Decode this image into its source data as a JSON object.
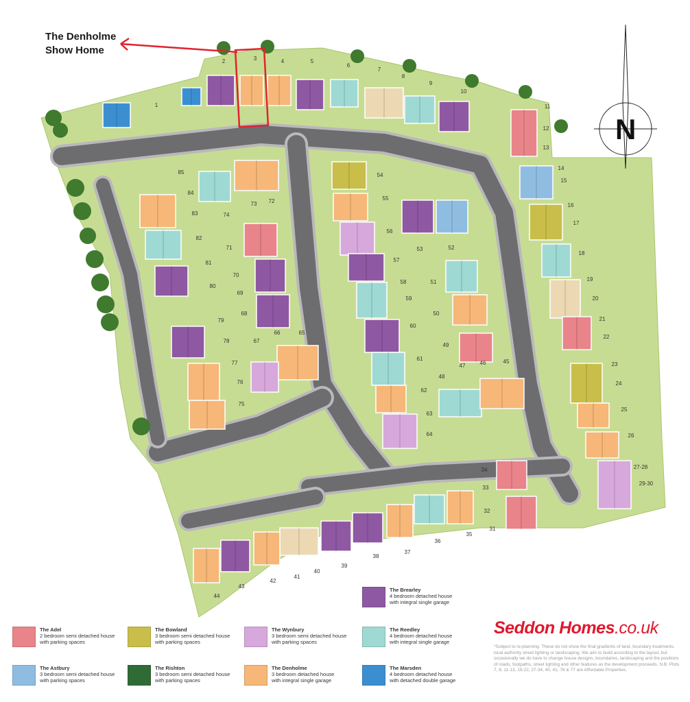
{
  "show_home": {
    "line1": "The Denholme",
    "line2": "Show Home"
  },
  "compass": {
    "label": "N"
  },
  "brand": {
    "name": "Seddon Homes",
    "domain": ".co.uk"
  },
  "disclaimer": "*Subject to re-planning. These do not show the final gradients of land, boundary treatments, local authority street lighting or landscaping. We aim to build according to the layout, but occasionally we do have to change house designs, boundaries, landscaping and the positions of roads, footpaths, street lighting and other features as the development proceeds. N.B. Plots 7, 8, 11-13, 19-22, 27-34, 40, 41, 76 & 77 are Affordable Properties.",
  "colors": {
    "grass": "#c7dc93",
    "grass_edge": "#a9c46d",
    "road": "#6d6c6e",
    "pavement": "#b9b8ba",
    "tree": "#3f7a2e",
    "highlight": "#e2222d",
    "adel": "#e8848a",
    "bowland": "#c9be49",
    "wynbury": "#d7a8dc",
    "reedley": "#9fd9d4",
    "astbury": "#8fbde2",
    "rishton": "#2f6b35",
    "denholme": "#f6b778",
    "marsden": "#3b8fd1",
    "brearley": "#8f58a2",
    "cream": "#ecd9b4"
  },
  "legend": [
    {
      "key": "brearley",
      "name": "The Brearley",
      "desc1": "4 bedroom detached house",
      "desc2": "with integral single garage"
    },
    {
      "key": "adel",
      "name": "The Adel",
      "desc1": "2 bedroom semi detached house",
      "desc2": "with parking spaces"
    },
    {
      "key": "bowland",
      "name": "The Bowland",
      "desc1": "3 bedroom semi detached house",
      "desc2": "with parking spaces"
    },
    {
      "key": "wynbury",
      "name": "The Wynbury",
      "desc1": "3 bedroom semi detached house",
      "desc2": "with parking spaces"
    },
    {
      "key": "reedley",
      "name": "The Reedley",
      "desc1": "4 bedroom detached house",
      "desc2": "with integral single garage"
    },
    {
      "key": "astbury",
      "name": "The Astbury",
      "desc1": "3 bedroom semi detached house",
      "desc2": "with parking spaces"
    },
    {
      "key": "rishton",
      "name": "The Rishton",
      "desc1": "3 bedroom semi detached house",
      "desc2": "with parking spaces"
    },
    {
      "key": "denholme",
      "name": "The Denholme",
      "desc1": "3 bedroom detached house",
      "desc2": "with integral single garage"
    },
    {
      "key": "marsden",
      "name": "The Marsden",
      "desc1": "4 bedroom detached house",
      "desc2": "with detached double garage"
    }
  ],
  "plot_labels": [
    "1",
    "2",
    "3",
    "4",
    "5",
    "6",
    "7",
    "8",
    "9",
    "10",
    "11",
    "12",
    "13",
    "14",
    "15",
    "16",
    "17",
    "18",
    "19",
    "20",
    "21",
    "22",
    "23",
    "24",
    "25",
    "26",
    "27-28",
    "29-30",
    "31",
    "32",
    "33",
    "34",
    "35",
    "36",
    "37",
    "38",
    "39",
    "40",
    "41",
    "42",
    "43",
    "44",
    "45",
    "46",
    "47",
    "48",
    "49",
    "50",
    "51",
    "52",
    "53",
    "54",
    "55",
    "56",
    "57",
    "58",
    "59",
    "60",
    "61",
    "62",
    "63",
    "64",
    "65",
    "66",
    "67",
    "68",
    "69",
    "70",
    "71",
    "72",
    "73",
    "74",
    "75",
    "76",
    "77",
    "78",
    "79",
    "80",
    "81",
    "82",
    "83",
    "84",
    "85"
  ],
  "houses": [
    {
      "t": "marsden"
    },
    {
      "t": "marsden"
    },
    {
      "t": "brearley"
    },
    {
      "t": "denholme"
    },
    {
      "t": "denholme"
    },
    {
      "t": "brearley"
    },
    {
      "t": "reedley"
    },
    {
      "t": "cream"
    },
    {
      "t": "reedley"
    },
    {
      "t": "brearley"
    },
    {
      "t": "adel"
    },
    {
      "t": "astbury"
    },
    {
      "t": "bowland"
    },
    {
      "t": "reedley"
    },
    {
      "t": "cream"
    },
    {
      "t": "adel"
    },
    {
      "t": "bowland"
    },
    {
      "t": "denholme"
    },
    {
      "t": "denholme"
    },
    {
      "t": "wynbury"
    },
    {
      "t": "adel"
    },
    {
      "t": "adel"
    },
    {
      "t": "denholme"
    },
    {
      "t": "reedley"
    },
    {
      "t": "denholme"
    },
    {
      "t": "brearley"
    },
    {
      "t": "brearley"
    },
    {
      "t": "cream"
    },
    {
      "t": "denholme"
    },
    {
      "t": "brearley"
    },
    {
      "t": "denholme"
    },
    {
      "t": "denholme"
    },
    {
      "t": "denholme"
    },
    {
      "t": "brearley"
    },
    {
      "t": "brearley"
    },
    {
      "t": "reedley"
    },
    {
      "t": "denholme"
    },
    {
      "t": "reedley"
    },
    {
      "t": "denholme"
    },
    {
      "t": "adel"
    },
    {
      "t": "brearley"
    },
    {
      "t": "brearley"
    },
    {
      "t": "denholme"
    },
    {
      "t": "wynbury"
    },
    {
      "t": "bowland"
    },
    {
      "t": "denholme"
    },
    {
      "t": "wynbury"
    },
    {
      "t": "brearley"
    },
    {
      "t": "reedley"
    },
    {
      "t": "brearley"
    },
    {
      "t": "reedley"
    },
    {
      "t": "denholme"
    },
    {
      "t": "wynbury"
    },
    {
      "t": "reedley"
    },
    {
      "t": "denholme"
    },
    {
      "t": "adel"
    },
    {
      "t": "denholme"
    },
    {
      "t": "reedley"
    },
    {
      "t": "astbury"
    },
    {
      "t": "brearley"
    },
    {
      "t": "rishton"
    },
    {
      "t": "rishton"
    },
    {
      "t": "cream"
    },
    {
      "t": "denholme"
    },
    {
      "t": "denholme"
    },
    {
      "t": "brearley"
    },
    {
      "t": "brearley"
    },
    {
      "t": "astbury"
    }
  ]
}
